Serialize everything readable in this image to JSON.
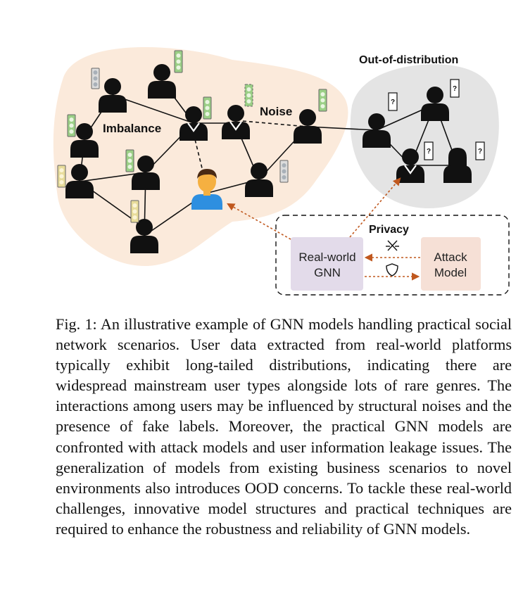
{
  "labels": {
    "imbalance": "Imbalance",
    "noise": "Noise",
    "ood": "Out-of-distribution",
    "privacy": "Privacy",
    "gnn_line1": "Real-world",
    "gnn_line2": "GNN",
    "attack_line1": "Attack",
    "attack_line2": "Model",
    "unknown": "?"
  },
  "caption": "Fig. 1: An illustrative example of GNN models handling practical social network scenarios. User data extracted from real-world platforms typically exhibit long-tailed distributions, indicating there are widespread mainstream user types alongside lots of rare genres. The interactions among users may be influenced by structural noises and the presence of fake labels. Moreover, the practical GNN models are confronted with attack models and user information leakage issues. The generalization of models from existing business scenarios to novel environments also introduces OOD concerns. To tackle these real-world challenges, innovative model structures and practical techniques are required to enhance the robustness and reliability of GNN models.",
  "colors": {
    "social_blob": "#fbeadb",
    "ood_blob": "#e4e4e4",
    "gnn_box": "#e3dbea",
    "attack_box": "#f6e0d6",
    "arrow": "#c0581e",
    "label_green": "#9bcf86",
    "label_yellow": "#e8dc9a",
    "label_gray": "#a8b0b8"
  }
}
